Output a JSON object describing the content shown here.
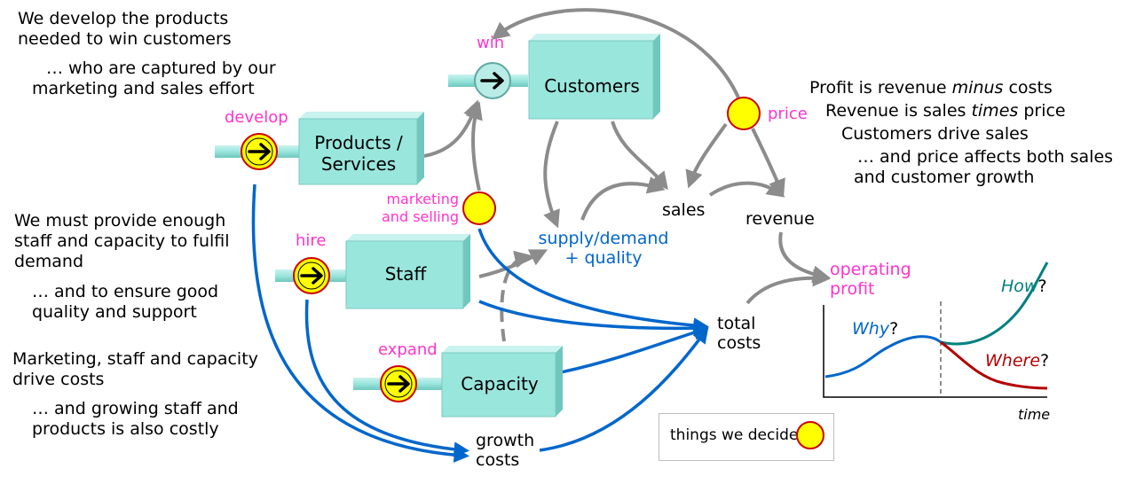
{
  "left_notes": {
    "n1_line1": "We develop the products",
    "n1_line2": "needed to win customers",
    "n2_line1": "… who are captured by our",
    "n2_line2": "marketing and sales effort",
    "n3_line1": "We must provide enough",
    "n3_line2": "staff and capacity to fulfil",
    "n3_line3": "demand",
    "n4_line1": "… and to ensure good",
    "n4_line2": "quality and support",
    "n5_line1": "Marketing, staff and capacity",
    "n5_line2": "drive costs",
    "n6_line1": "… and growing staff and",
    "n6_line2": "products is also costly"
  },
  "right_notes": {
    "r1_pre": "Profit is revenue ",
    "r1_em": "minus",
    "r1_post": " costs",
    "r2_pre": "Revenue is sales ",
    "r2_em": "times",
    "r2_post": " price",
    "r3": "Customers drive sales",
    "r4_line1": "… and price affects both sales",
    "r4_line2": "and customer growth"
  },
  "stocks": {
    "customers": "Customers",
    "products_line1": "Products /",
    "products_line2": "Services",
    "staff": "Staff",
    "capacity": "Capacity"
  },
  "decisions": {
    "win": "win",
    "develop": "develop",
    "hire": "hire",
    "expand": "expand",
    "price": "price",
    "marketing_line1": "marketing",
    "marketing_line2": "and selling",
    "operating_line1": "operating",
    "operating_line2": "profit"
  },
  "variables": {
    "sales": "sales",
    "revenue": "revenue",
    "supply_line1": "supply/demand",
    "supply_line2": "+ quality",
    "total_line1": "total",
    "total_line2": "costs",
    "growth_line1": "growth",
    "growth_line2": "costs"
  },
  "inset": {
    "why": "Why",
    "how": "How",
    "where": "Where",
    "qmark": "?",
    "time": "time"
  },
  "legend": {
    "text": "things we decide"
  },
  "colors": {
    "stock_fill": "#99e6dd",
    "flow_pipe": "#99e6dd",
    "arrow_grey": "#8c8c8c",
    "arrow_blue": "#0066cc",
    "decision_yellow": "#ffff00",
    "decision_border": "#cc0000",
    "label_pink": "#ff33cc",
    "curve_blue": "#0066cc",
    "curve_teal": "#008080",
    "curve_red": "#b30000"
  }
}
